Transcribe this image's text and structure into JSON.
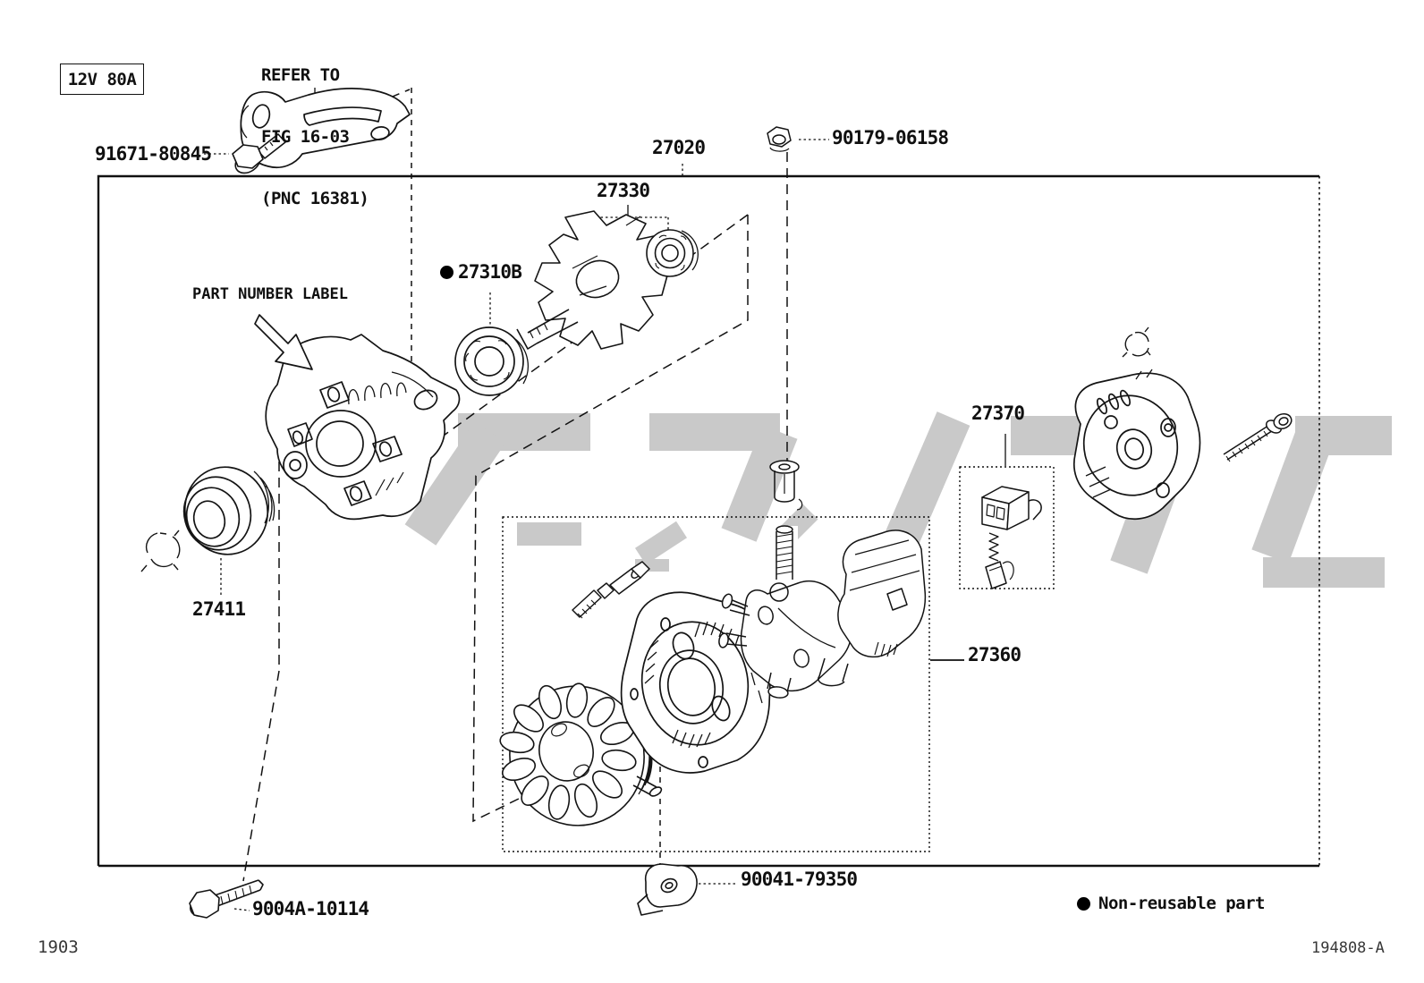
{
  "figure": {
    "rating_label": "12V 80A",
    "refer_note_lines": [
      "REFER TO",
      "FIG 16-03",
      "(PNC 16381)"
    ],
    "annotation_label": "PART NUMBER LABEL",
    "non_reusable_bullet": "●",
    "legend_text": "Non-reusable part",
    "page_code": "1903",
    "figure_code": "194808-A",
    "parts": {
      "bracket_bolt": "91671-80845",
      "alternator_assembly": "27020",
      "rotor": "27330",
      "nut": "90179-06158",
      "bearing": "27310B",
      "brush_holder": "27370",
      "pulley": "27411",
      "rectifier_end_frame": "27360",
      "terminal_clamp": "90041-79350",
      "through_bolt": "9004A-10114"
    },
    "colors": {
      "line": "#111111",
      "watermark": "#c9c9c9",
      "background": "#ffffff"
    }
  }
}
